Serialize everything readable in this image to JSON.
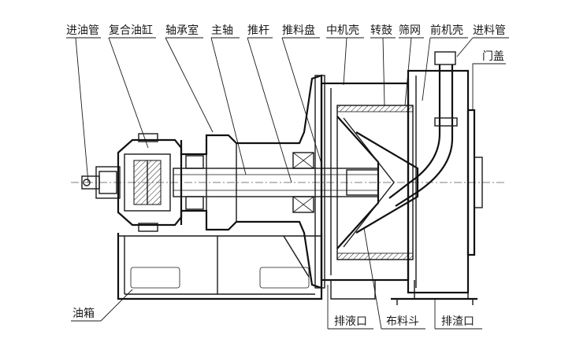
{
  "labels": {
    "oil_inlet_pipe": "进油管",
    "compound_cylinder": "复合油缸",
    "bearing_chamber": "轴承室",
    "main_shaft": "主轴",
    "push_rod": "推杆",
    "pusher_disc": "推料盘",
    "middle_casing": "中机壳",
    "drum": "转鼓",
    "screen": "筛网",
    "front_casing": "前机壳",
    "feed_pipe": "进料管",
    "door_cover": "门盖",
    "oil_tank": "油箱",
    "liquid_outlet": "排液口",
    "distribution_hopper": "布料斗",
    "slag_outlet": "排渣口"
  }
}
